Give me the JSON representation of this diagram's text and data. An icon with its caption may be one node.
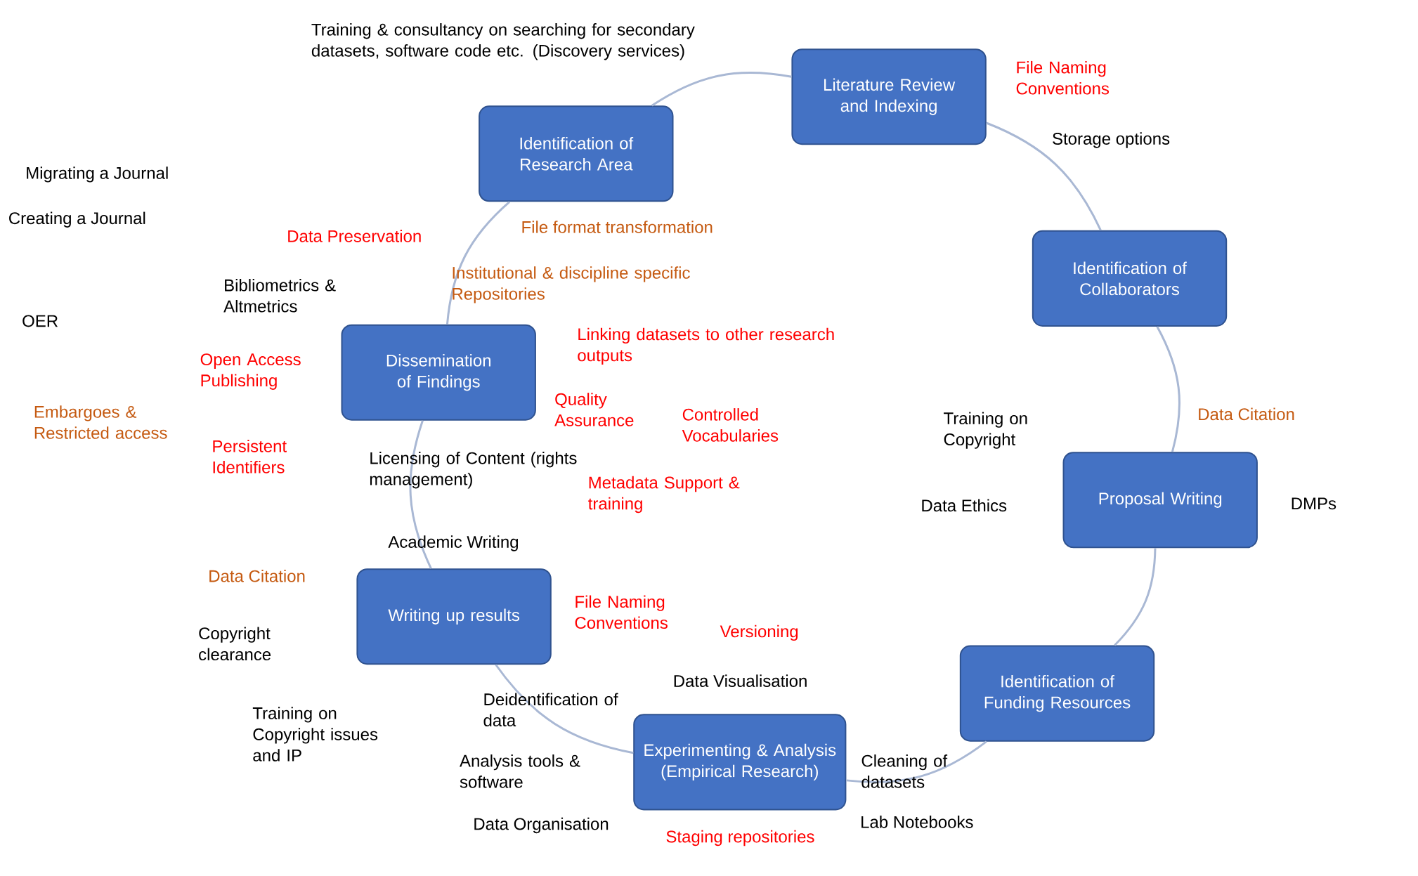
{
  "diagram": {
    "nodes": [
      {
        "text": [
          "Identification of Research Area"
        ]
      },
      {
        "text": [
          "Literature Review and Indexing"
        ]
      },
      {
        "text": [
          "Identification of Collaborators"
        ]
      },
      {
        "text": [
          "Proposal Writing"
        ]
      },
      {
        "text": [
          "Identification of Funding Resources"
        ]
      },
      {
        "text": [
          "Experimenting & Analysis  (Empirical Research)"
        ]
      },
      {
        "text": [
          "Writing up results"
        ]
      },
      {
        "text": [
          "Dissemination of Findings"
        ]
      }
    ],
    "edges": [
      {
        "from": 0,
        "to": 1,
        "arrow": "none"
      },
      {
        "from": 1,
        "to": 2,
        "arrow": "none"
      },
      {
        "from": 2,
        "to": 3,
        "arrow": "none"
      },
      {
        "from": 3,
        "to": 4,
        "arrow": "none"
      },
      {
        "from": 4,
        "to": 5,
        "arrow": "none"
      },
      {
        "from": 5,
        "to": 6,
        "arrow": "none"
      },
      {
        "from": 6,
        "to": 7,
        "arrow": "none"
      },
      {
        "from": 7,
        "to": 0,
        "arrow": "none"
      }
    ],
    "labels": [
      "Training & consultancy on searching for secondary datasets, software code etc. (Discovery services)",
      "File Naming Conventions",
      "Storage options",
      "Migrating a Journal",
      "Creating a Journal",
      "File format transformation",
      "Data Preservation",
      "Bibliometrics & Altmetrics",
      "Institutional & discipline specific Repositories",
      "OER",
      "Linking datasets to other research outputs",
      "Open Access Publishing",
      "Quality Assurance",
      "Data Citation",
      "Embargoes & Restricted access",
      "Controlled Vocabularies",
      "Training on Copyright",
      "Persistent Identifiers",
      "Licensing of Content (rights management)",
      "Metadata Support & training",
      "Data Ethics",
      "DMPs",
      "Academic Writing",
      "Data Citation",
      "File Naming Conventions",
      "Copyright clearance",
      "Versioning",
      "Data Visualisation",
      "Deidentification of data",
      "Training on Copyright issues and IP",
      "Analysis tools & software",
      "Cleaning of datasets",
      "Lab Notebooks",
      "Data Organisation",
      "Staging repositories"
    ]
  }
}
